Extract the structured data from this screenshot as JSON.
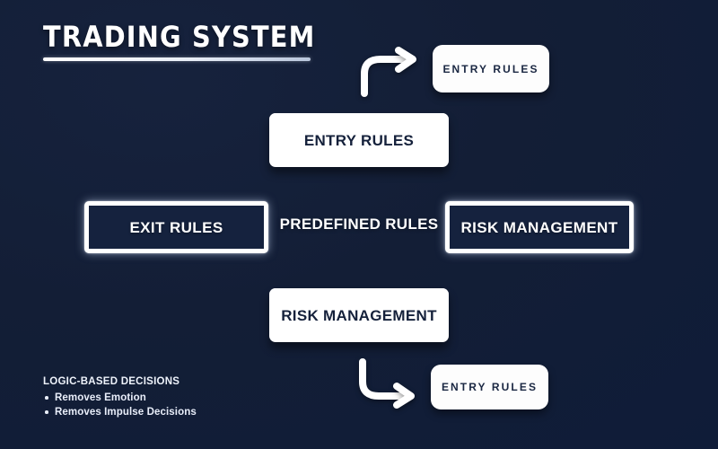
{
  "slide": {
    "title": "TRADING SYSTEM",
    "background_color": "#131e36",
    "accent_color": "#ffffff"
  },
  "nodes": {
    "top_right_box": {
      "label": "ENTRY RULES",
      "style": "filled-small"
    },
    "center_top_box": {
      "label": "ENTRY RULES",
      "style": "filled-large"
    },
    "left_box": {
      "label": "EXIT RULES",
      "style": "outlined"
    },
    "center_label": {
      "label": "PREDEFINED RULES",
      "style": "plain-text"
    },
    "right_box": {
      "label": "RISK MANAGEMENT",
      "style": "outlined"
    },
    "center_bottom_box": {
      "label": "RISK MANAGEMENT",
      "style": "filled-large"
    },
    "bottom_right_box": {
      "label": "ENTRY RULES",
      "style": "filled-small"
    }
  },
  "arrows": {
    "top_arrow": {
      "name": "curved-arrow-up-right",
      "direction": "right"
    },
    "bottom_arrow": {
      "name": "curved-arrow-down-right",
      "direction": "right"
    }
  },
  "footer": {
    "heading": "LOGIC-BASED DECISIONS",
    "bullets": [
      "Removes Emotion",
      "Removes Impulse Decisions"
    ]
  }
}
